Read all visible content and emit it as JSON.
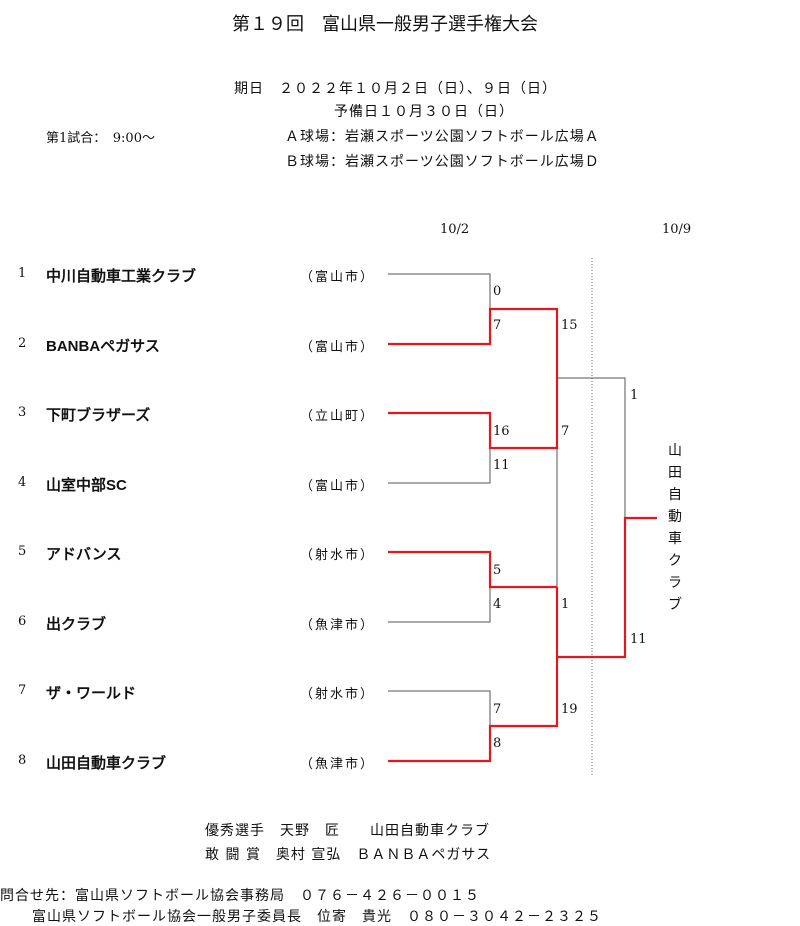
{
  "title": "第１９回　富山県一般男子選手権大会",
  "schedule": {
    "dates": "期日　２０２２年１０月２日（日）、９日（日）",
    "reserve": "予備日１０月３０日（日）",
    "first_game": "第1試合：　9:00～",
    "field_a": "Ａ球場：岩瀬スポーツ公園ソフトボール広場Ａ",
    "field_b": "Ｂ球場：岩瀬スポーツ公園ソフトボール広場Ｄ"
  },
  "round_dates": [
    "10/2",
    "10/9"
  ],
  "teams": [
    {
      "seed": "1",
      "name": "中川自動車工業クラブ",
      "city": "（富山市）"
    },
    {
      "seed": "2",
      "name": "BANBAペガサス",
      "city": "（富山市）"
    },
    {
      "seed": "3",
      "name": "下町ブラザーズ",
      "city": "（立山町）"
    },
    {
      "seed": "4",
      "name": "山室中部SC",
      "city": "（富山市）"
    },
    {
      "seed": "5",
      "name": "アドバンス",
      "city": "（射水市）"
    },
    {
      "seed": "6",
      "name": "出クラブ",
      "city": "（魚津市）"
    },
    {
      "seed": "7",
      "name": "ザ・ワールド",
      "city": "（射水市）"
    },
    {
      "seed": "8",
      "name": "山田自動車クラブ",
      "city": "（魚津市）"
    }
  ],
  "scores": {
    "r1": [
      "0",
      "7",
      "16",
      "11",
      "5",
      "4",
      "7",
      "8"
    ],
    "semi": [
      "15",
      "7",
      "1",
      "19"
    ],
    "final": [
      "1",
      "11"
    ]
  },
  "winner_path_color": "#e0191f",
  "champion": "山田自動車クラブ",
  "awards": {
    "mvp": "優秀選手　天野　匠　　山田自動車クラブ",
    "fighting": "敢 闘 賞　奥村 宣弘　ＢＡＮＢＡペガサス"
  },
  "contact": {
    "line1": "問合せ先：富山県ソフトボール協会事務局　０７６－４２６－００１５",
    "line2": "富山県ソフトボール協会一般男子委員長　位寄　貴光　０８０－３０４２－２３２５"
  }
}
